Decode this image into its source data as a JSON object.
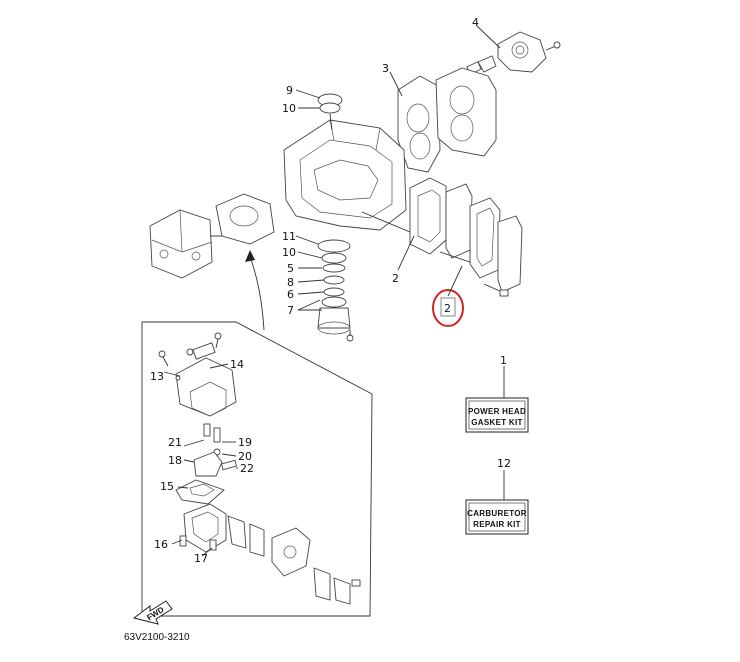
{
  "callouts": {
    "c1": "1",
    "c2a": "2",
    "c2b": "2",
    "c3": "3",
    "c4": "4",
    "c5": "5",
    "c6": "6",
    "c7": "7",
    "c8": "8",
    "c9": "9",
    "c10a": "10",
    "c10b": "10",
    "c11": "11",
    "c12": "12",
    "c13": "13",
    "c14": "14",
    "c15": "15",
    "c16": "16",
    "c17": "17",
    "c18": "18",
    "c19": "19",
    "c20": "20",
    "c21": "21",
    "c22": "22"
  },
  "kits": {
    "power_head_line1": "POWER HEAD",
    "power_head_line2": "GASKET KIT",
    "carburetor_line1": "CARBURETOR",
    "carburetor_line2": "REPAIR KIT"
  },
  "fwd_label": "FWD",
  "part_number": "63V2100-3210",
  "colors": {
    "highlight": "#d42020",
    "line": "#333333"
  }
}
